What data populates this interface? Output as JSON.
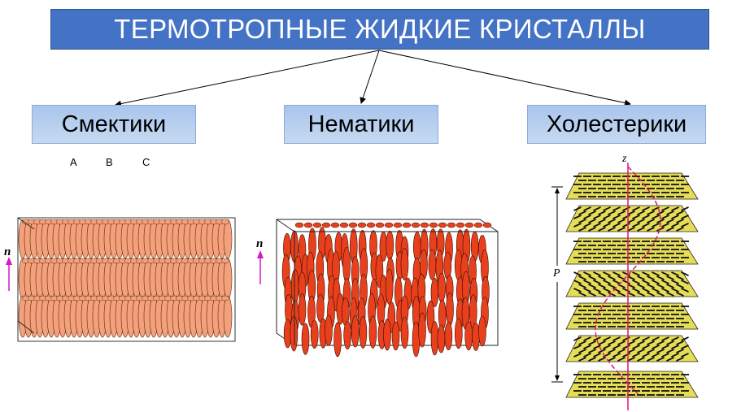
{
  "title": "ТЕРМОТРОПНЫЕ ЖИДКИЕ КРИСТАЛЛЫ",
  "categories": {
    "smectic": "Смектики",
    "nematic": "Нематики",
    "cholesteric": "Холестерики"
  },
  "smectic_subtypes": [
    "A",
    "B",
    "C"
  ],
  "director_label": "n",
  "cholesteric_axis_label": "z",
  "pitch_label": "P",
  "colors": {
    "title_bg": "#4472c4",
    "category_bg": "#b4cdee",
    "smectic_molecule": "#f4a07a",
    "nematic_molecule": "#e8401c",
    "cholesteric_layer": "#e6dd57",
    "helix": "#e0157a",
    "director_arrow": "#d417c9"
  }
}
